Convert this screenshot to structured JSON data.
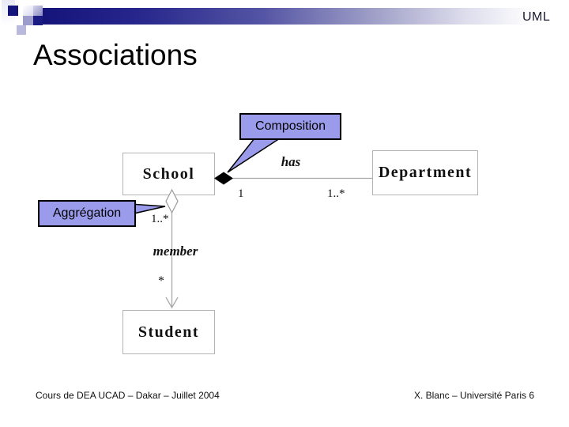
{
  "header": {
    "logo": "UML"
  },
  "title": "Associations",
  "callouts": {
    "composition": "Composition",
    "aggregation": "Aggrégation"
  },
  "diagram": {
    "classes": {
      "school": "School",
      "department": "Department",
      "student": "Student"
    },
    "has_association": {
      "name": "has",
      "school_multiplicity": "1",
      "department_multiplicity": "1..*"
    },
    "member_association": {
      "name": "member",
      "school_multiplicity": "1..*",
      "student_multiplicity": "*"
    }
  },
  "footer": {
    "left": "Cours de DEA UCAD – Dakar – Juillet 2004",
    "right": "X. Blanc – Université Paris 6"
  },
  "colors": {
    "callout_fill": "#9b9bec",
    "bar_navy": "#14147a",
    "line_gray": "#a8a8a8"
  }
}
